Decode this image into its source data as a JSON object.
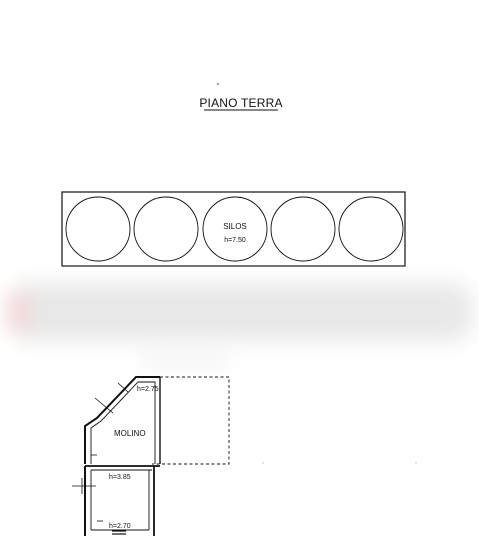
{
  "title": "PIANO TERRA",
  "silos": {
    "label": "SILOS",
    "height_label": "h=7.50",
    "count": 5
  },
  "molino": {
    "label": "MOLINO",
    "height_top": "h=2.75",
    "height_mid": "h=3.85",
    "height_bottom": "h=2.70"
  },
  "colors": {
    "ink": "#111111",
    "paper": "#ffffff",
    "blur_band": "#e8e8e8",
    "blur_accent": "#f2d6d6"
  }
}
